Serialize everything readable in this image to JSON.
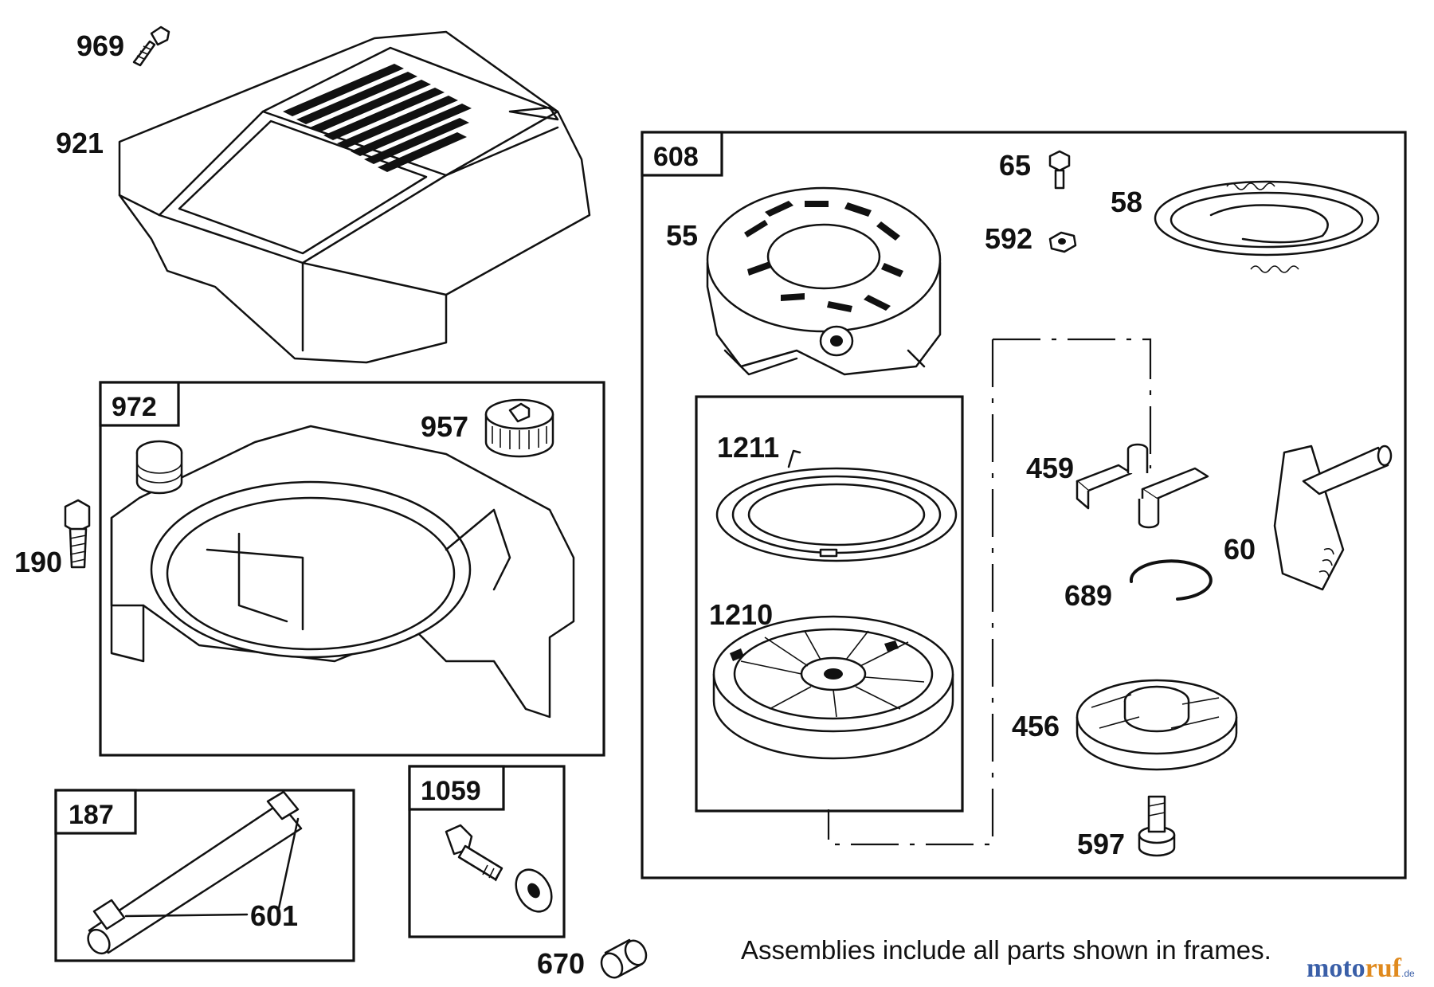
{
  "parts": {
    "p969": "969",
    "p921": "921",
    "p972": "972",
    "p957": "957",
    "p190": "190",
    "p187": "187",
    "p601": "601",
    "p1059": "1059",
    "p670": "670",
    "p608": "608",
    "p65": "65",
    "p58": "58",
    "p55": "55",
    "p592": "592",
    "p1211": "1211",
    "p1210": "1210",
    "p459": "459",
    "p60": "60",
    "p689": "689",
    "p456": "456",
    "p597": "597"
  },
  "note": "Assemblies include all parts shown in frames.",
  "watermark": {
    "blue": "moto",
    "orange": "ruf",
    "suffix": ".de"
  },
  "colors": {
    "ink": "#111111",
    "background": "#ffffff",
    "watermark_blue": "#3a5fa8",
    "watermark_orange": "#e08a1e"
  }
}
